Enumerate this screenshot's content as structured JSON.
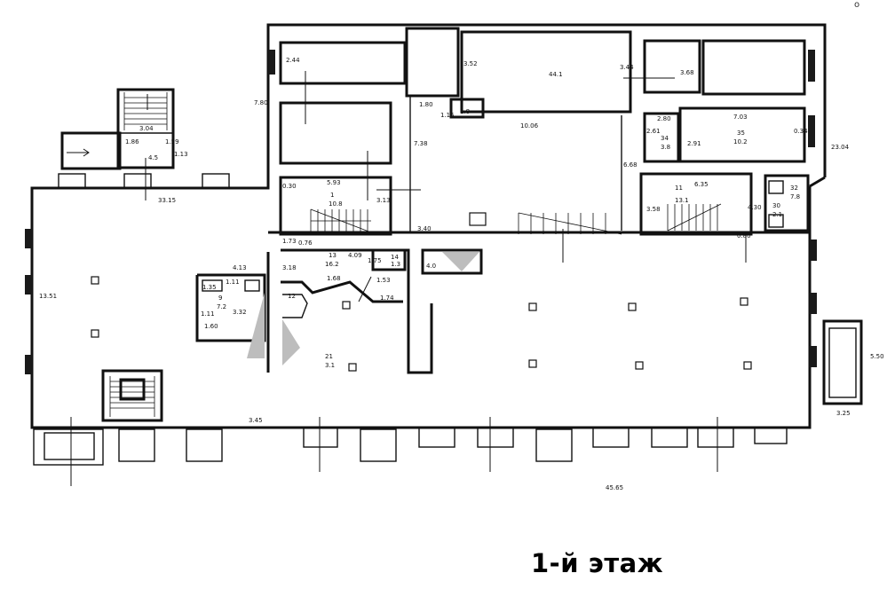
{
  "title": "1-й этаж",
  "corner_mark": "o",
  "dimensions": {
    "top_left_stair": [
      "3.04",
      "1.86",
      "1.59",
      "1.13",
      "4.5"
    ],
    "left_hall": [
      "33.15",
      "13.51"
    ],
    "upper_block": [
      "2.44",
      "1.80",
      "1.15",
      "3.52",
      "44.1",
      "3.44",
      "3.68",
      "7.80",
      "10.06",
      "7.38",
      "6.68",
      "2.80",
      "2.61",
      "2.91",
      "7.03",
      "0.34",
      "23.04"
    ],
    "small_room_18": "1.8",
    "room_35": [
      "35",
      "10.2"
    ],
    "room_34": [
      "34",
      "3.8"
    ],
    "stair_room_1": [
      "1",
      "10.8",
      "5.93",
      "3.13",
      "0.30",
      "3.40"
    ],
    "stair_room_11": [
      "11",
      "13.1",
      "6.35",
      "3.58",
      "4.30",
      "0.80"
    ],
    "small_rooms_right": [
      "32",
      "7.8",
      "30",
      "2.1"
    ],
    "room_13": [
      "13",
      "16.2",
      "4.09",
      "1.75",
      "1.73",
      "0.76",
      "3.18"
    ],
    "room_14": [
      "14",
      "1.3",
      "1.53",
      "4.0"
    ],
    "room_9": [
      "1.35",
      "1.11",
      "9",
      "7.2",
      "1.11",
      "3.32",
      "1.60",
      "4.13"
    ],
    "corridor": [
      "1.68",
      "1.74",
      "12"
    ],
    "room_21": [
      "21",
      "3.1"
    ],
    "bottom": [
      "3.45",
      "45.65",
      "3.25",
      "5.50"
    ]
  }
}
